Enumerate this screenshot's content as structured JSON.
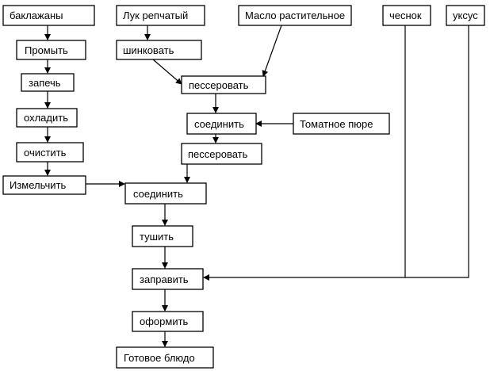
{
  "diagram": {
    "nodes": {
      "eggplants": "баклажаны",
      "wash": "Промыть",
      "bake": "запечь",
      "cool": "охладить",
      "peel": "очистить",
      "chop": "Измельчить",
      "onion": "Лук репчатый",
      "shred": "шинковать",
      "oil": "Масло растительное",
      "saute1": "пессеровать",
      "combine1": "соединить",
      "tomato": "Томатное пюре",
      "saute2": "пессеровать",
      "combine2": "соединить",
      "stew": "тушить",
      "garlic": "чеснок",
      "vinegar": "уксус",
      "season": "заправить",
      "garnish": "оформить",
      "dish": "Готовое блюдо"
    }
  }
}
